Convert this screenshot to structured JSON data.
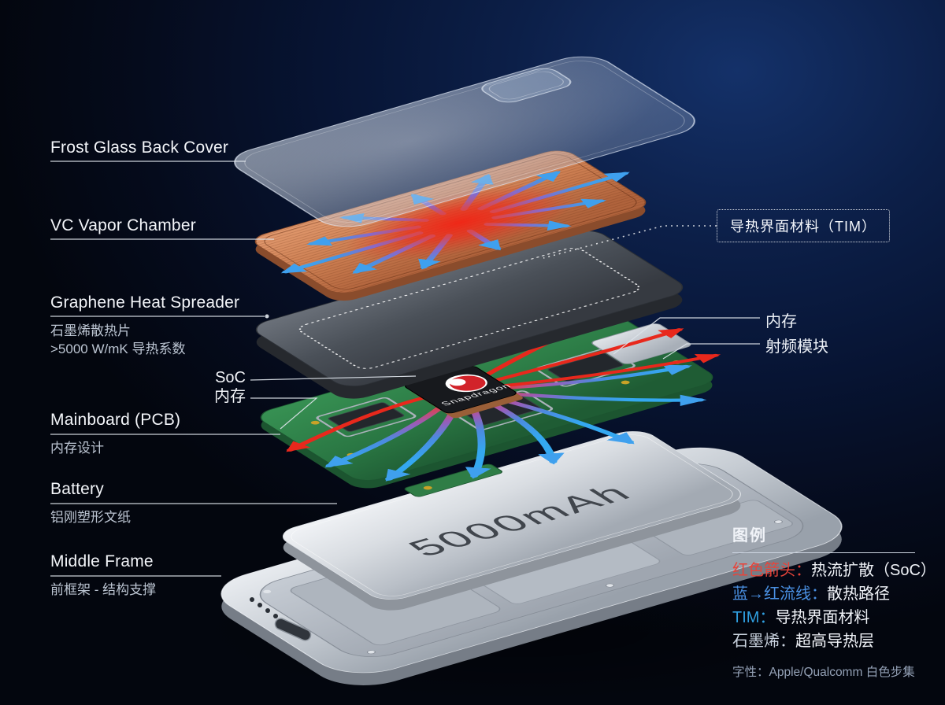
{
  "left_labels": {
    "frost_glass": {
      "title": "Frost Glass Back Cover"
    },
    "vc": {
      "title": "VC Vapor Chamber"
    },
    "graphene": {
      "title": "Graphene Heat Spreader",
      "sub1": "石墨烯散热片",
      "sub2": ">5000 W/mK 导热系数"
    },
    "soc": {
      "title": "SoC"
    },
    "soc_mem": {
      "title": "内存"
    },
    "mainboard": {
      "title": "Mainboard (PCB)",
      "sub1": "内存设计"
    },
    "battery": {
      "title": "Battery",
      "sub1": "铝刚塑形文纸"
    },
    "middle_frame": {
      "title": "Middle Frame",
      "sub1": "前框架 - 结构支撑"
    }
  },
  "right_callouts": {
    "tim": "导热界面材料（TIM）",
    "memory": "内存",
    "rf_module": "射频模块"
  },
  "device": {
    "soc_brand": "Snapdragon",
    "battery_capacity": "5000mAh"
  },
  "legend": {
    "title": "图例",
    "items": [
      {
        "key": "红色箭头：",
        "desc": "热流扩散（SoC）",
        "key_color": "#e8443a"
      },
      {
        "key": "蓝→红流线：",
        "desc": "散热路径",
        "key_color": "#4a90e2"
      },
      {
        "key": "TIM：",
        "desc": "导热界面材料",
        "key_color": "#2f9fe0"
      },
      {
        "key": "石墨烯：",
        "desc": "超高导热层",
        "key_color": "#c9d2de"
      }
    ],
    "footnote": "字性：Apple/Qualcomm 白色步集"
  },
  "colors": {
    "background_accent": "#143169",
    "heat_red": "#e8281c",
    "flow_blue": "#3fa0ee",
    "copper": "#cd7f52",
    "pcb_green": "#2f8049"
  }
}
